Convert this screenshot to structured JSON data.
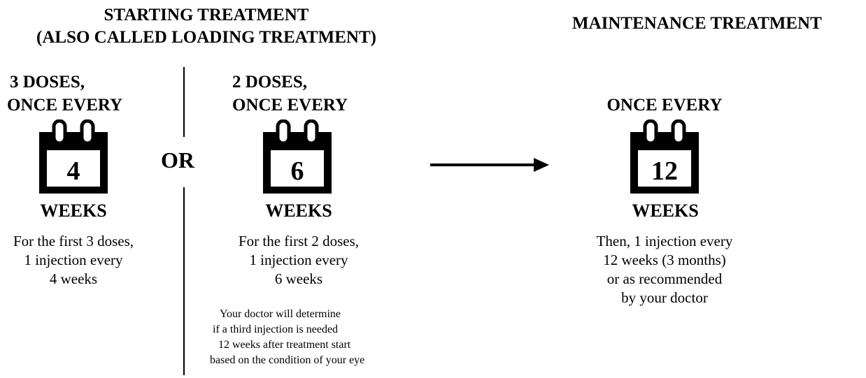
{
  "starting": {
    "title_line1": "STARTING TREATMENT",
    "title_line2": "(ALSO CALLED LOADING TREATMENT)",
    "or_label": "OR",
    "option_a": {
      "line1": "3 DOSES,",
      "line2": "ONCE EVERY",
      "calendar_number": "4",
      "unit": "WEEKS",
      "desc": [
        "For the first 3 doses,",
        "1 injection every",
        "4 weeks"
      ]
    },
    "option_b": {
      "line1": "2 DOSES,",
      "line2": "ONCE EVERY",
      "calendar_number": "6",
      "unit": "WEEKS",
      "desc": [
        "For the first 2 doses,",
        "1 injection every",
        "6 weeks"
      ],
      "note": [
        "Your doctor will determine",
        "if a third injection is needed",
        "12 weeks after treatment start",
        "based on the condition of your eye"
      ]
    }
  },
  "maintenance": {
    "title": "MAINTENANCE TREATMENT",
    "line1": "ONCE EVERY",
    "calendar_number": "12",
    "unit": "WEEKS",
    "desc": [
      "Then, 1 injection every",
      "12 weeks (3 months)",
      "or as recommended",
      "by your doctor"
    ]
  },
  "icons": {
    "calendar": "calendar-icon",
    "arrow": "right-arrow-icon"
  }
}
